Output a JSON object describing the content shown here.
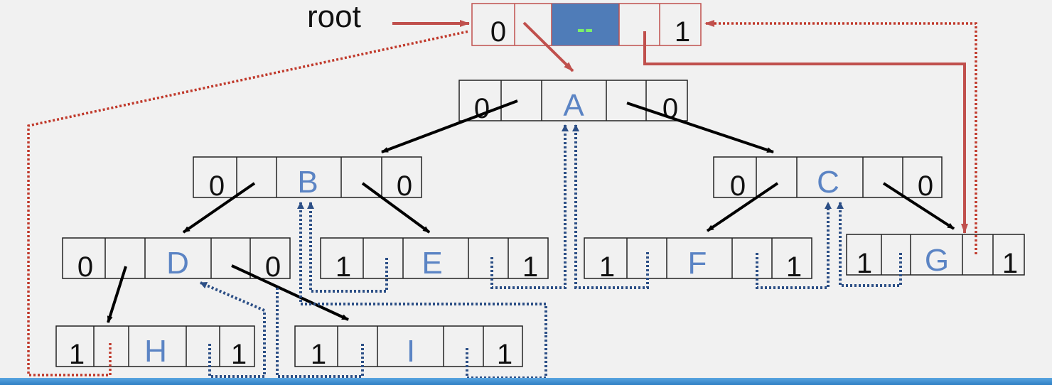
{
  "diagram": {
    "root_label": "root",
    "colors": {
      "background": "#f1f1f1",
      "node_text": "#5b84c4",
      "head_fill": "#4f7cb8",
      "head_text": "#7cf06a",
      "head_border": "#c0504d",
      "child_arrow": "#000000",
      "thread_dotted": "#2c4f86",
      "head_arrow": "#c0504d",
      "head_dotted": "#c0392b"
    },
    "head": {
      "ltag": "0",
      "data": "--",
      "rtag": "1"
    },
    "nodes": [
      {
        "id": "A",
        "ltag": "0",
        "data": "A",
        "rtag": "0"
      },
      {
        "id": "B",
        "ltag": "0",
        "data": "B",
        "rtag": "0"
      },
      {
        "id": "C",
        "ltag": "0",
        "data": "C",
        "rtag": "0"
      },
      {
        "id": "D",
        "ltag": "0",
        "data": "D",
        "rtag": "0"
      },
      {
        "id": "E",
        "ltag": "1",
        "data": "E",
        "rtag": "1"
      },
      {
        "id": "F",
        "ltag": "1",
        "data": "F",
        "rtag": "1"
      },
      {
        "id": "G",
        "ltag": "1",
        "data": "G",
        "rtag": "1"
      },
      {
        "id": "H",
        "ltag": "1",
        "data": "H",
        "rtag": "1"
      },
      {
        "id": "I",
        "ltag": "1",
        "data": "I",
        "rtag": "1"
      }
    ]
  }
}
